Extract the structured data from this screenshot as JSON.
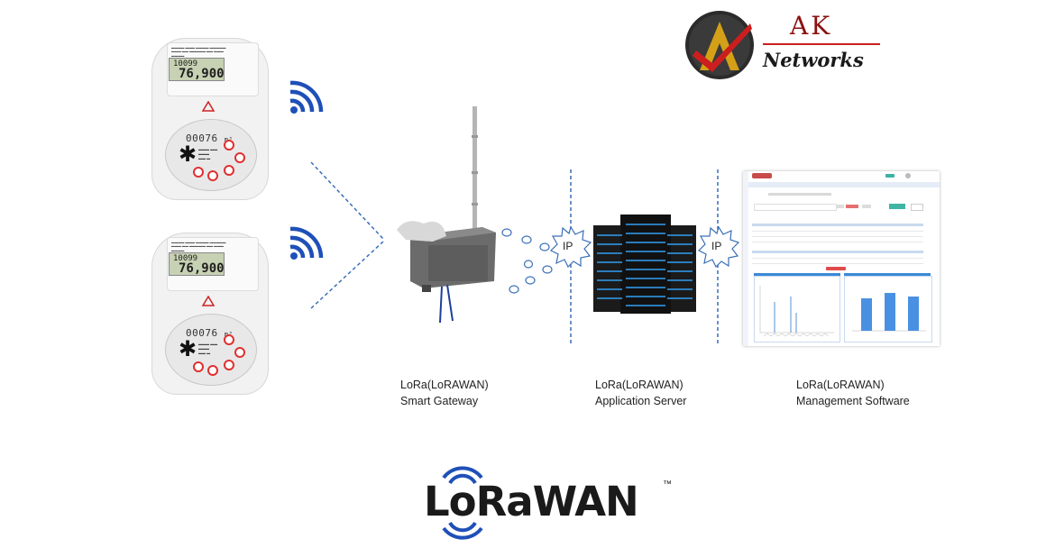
{
  "brand": {
    "initial": "AK",
    "name": "Networks",
    "colors": {
      "dark": "#2b2b2b",
      "red": "#cc1e1e",
      "gold": "#d4a017"
    }
  },
  "meters": [
    {
      "display_line1": "10099",
      "display_line2": "76,900",
      "odometer": "00076",
      "unit": "m³"
    },
    {
      "display_line1": "10099",
      "display_line2": "76,900",
      "odometer": "00076",
      "unit": "m³"
    }
  ],
  "nodes": [
    {
      "line1": "LoRa(LoRAWAN)",
      "line2": "Smart Gateway"
    },
    {
      "line1": "LoRa(LoRAWAN)",
      "line2": "Application Server"
    },
    {
      "line1": "LoRa(LoRAWAN)",
      "line2": "Management Software"
    }
  ],
  "links": [
    {
      "label": "IP"
    },
    {
      "label": "IP"
    }
  ],
  "footer_logo": {
    "text": "LoRaWAN",
    "tm": "™",
    "color": "#1a1a1a"
  },
  "signal_color": "#1f4fb8",
  "icons": [
    "wifi-signal-icon",
    "antenna-icon",
    "server-rack-icon",
    "lorawan-wave-icon"
  ]
}
